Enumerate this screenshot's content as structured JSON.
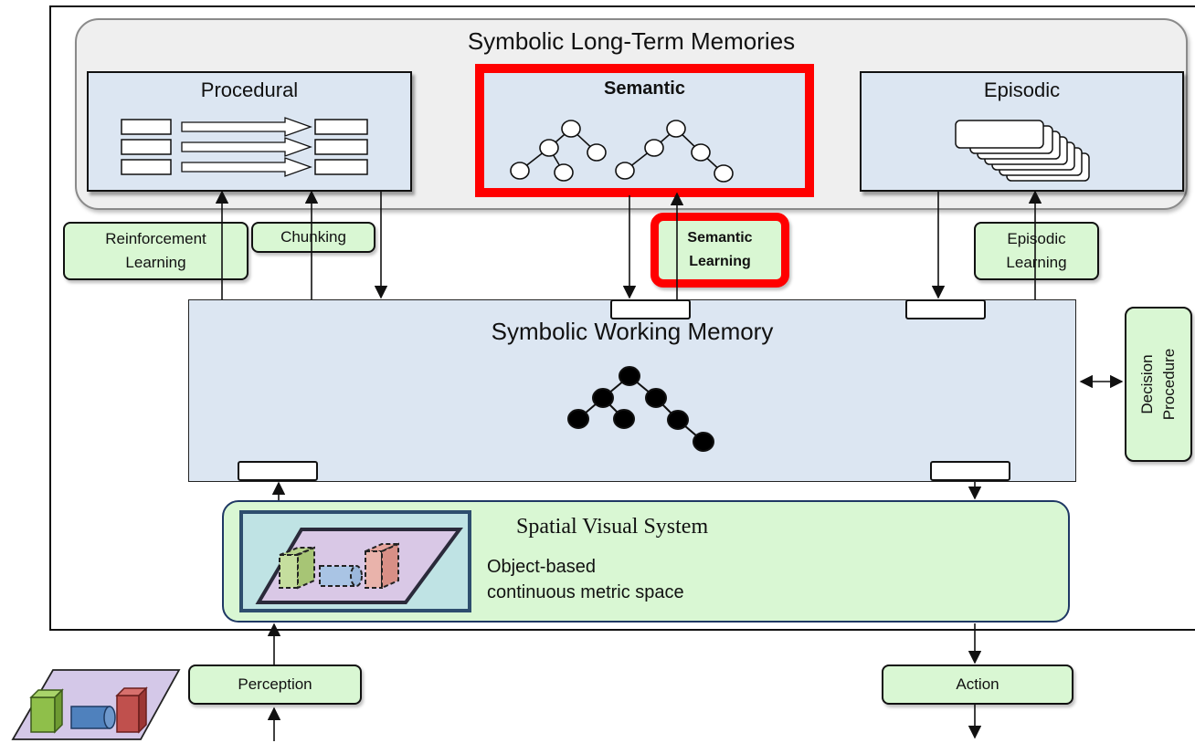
{
  "ltm": {
    "title": "Symbolic Long-Term Memories"
  },
  "procedural": {
    "label": "Procedural"
  },
  "semantic": {
    "label": "Semantic"
  },
  "episodic": {
    "label": "Episodic"
  },
  "learning": {
    "reinforcement": [
      "Reinforcement",
      "Learning"
    ],
    "chunking": "Chunking",
    "semantic": [
      "Semantic",
      "Learning"
    ],
    "episodic": [
      "Episodic",
      "Learning"
    ]
  },
  "working_memory": {
    "title": "Symbolic Working Memory"
  },
  "decision": [
    "Decision",
    "Procedure"
  ],
  "spatial_visual": {
    "title": "Spatial Visual System",
    "line1": "Object-based",
    "line2": "continuous metric space"
  },
  "perception": "Perception",
  "action": "Action",
  "colors": {
    "highlight": "#ff0000",
    "memory_fill": "#dce6f2",
    "learning_fill": "#d9f7d3",
    "ltm_fill": "#efefef",
    "object_green": "#8fbf4a",
    "object_blue": "#4f81bd",
    "object_red": "#c0504d"
  }
}
